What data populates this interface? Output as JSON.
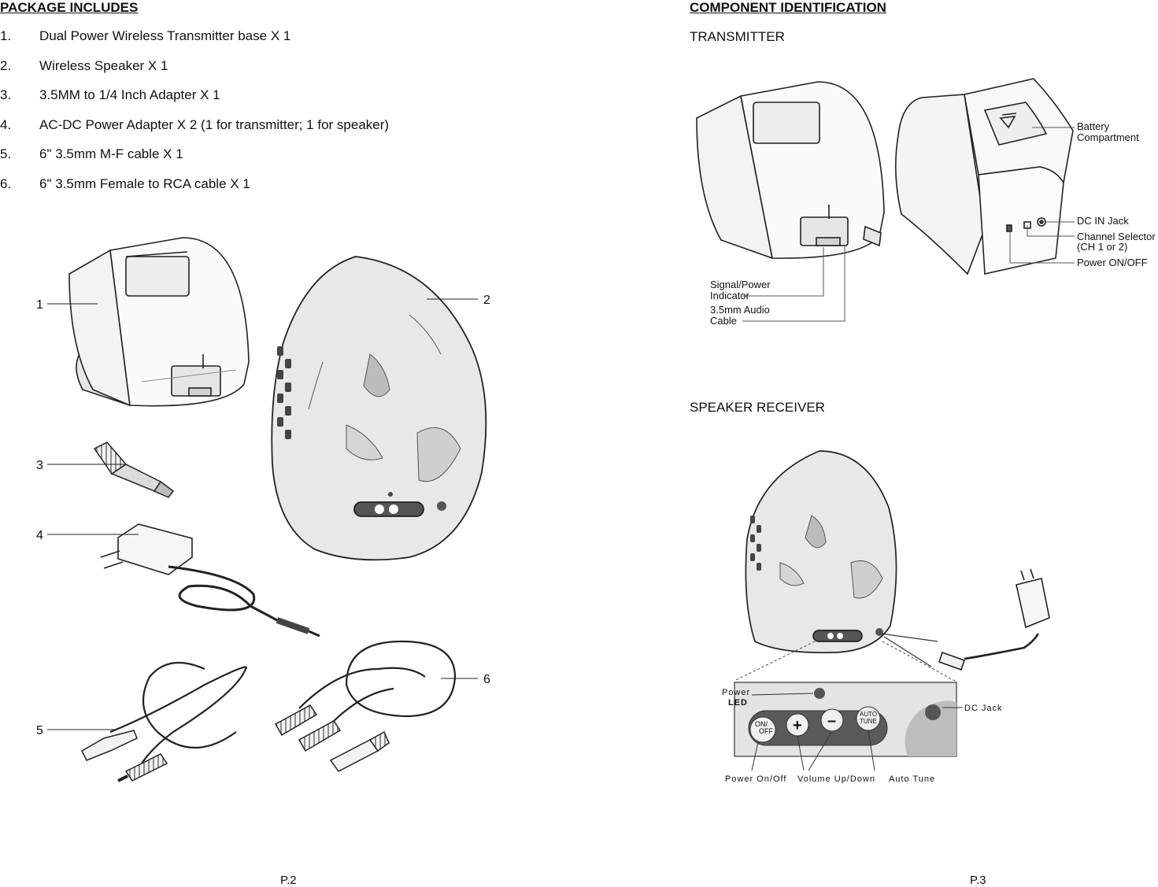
{
  "left_page": {
    "heading": "PACKAGE INCLUDES",
    "items": [
      {
        "num": "1.",
        "text": "Dual Power Wireless Transmitter base X 1"
      },
      {
        "num": "2.",
        "text": "Wireless Speaker X 1"
      },
      {
        "num": "3.",
        "text": "3.5MM to 1/4 Inch Adapter X 1"
      },
      {
        "num": "4.",
        "text": "AC-DC Power Adapter X 2 (1 for transmitter; 1 for speaker)"
      },
      {
        "num": "5.",
        "text": "6\" 3.5mm M-F cable X 1"
      },
      {
        "num": "6.",
        "text": "6\" 3.5mm Female to RCA cable X 1"
      }
    ],
    "callouts": [
      "1",
      "2",
      "3",
      "4",
      "5",
      "6"
    ],
    "page_number": "P.2"
  },
  "right_page": {
    "heading": "COMPONENT IDENTIFICATION",
    "transmitter": {
      "title": "TRANSMITTER",
      "labels": {
        "battery_1": "Battery",
        "battery_2": "Compartment",
        "dc_in": "DC IN Jack",
        "channel_1": "Channel Selector",
        "channel_2": "(CH 1 or 2)",
        "power": "Power ON/OFF",
        "signal_1": "Signal/Power",
        "signal_2": "Indicator",
        "audio_1": "3.5mm Audio",
        "audio_2": "Cable"
      }
    },
    "receiver": {
      "title": "SPEAKER RECEIVER",
      "labels": {
        "power_led_1": "Power",
        "power_led_2": "LED",
        "dc_jack": "DC Jack",
        "power_onoff": "Power On/Off",
        "volume": "Volume Up/Down",
        "auto_tune": "Auto Tune"
      },
      "buttons": {
        "on_1": "ON/",
        "on_2": "OFF",
        "plus": "+",
        "minus": "–",
        "auto_1": "AUTO",
        "auto_2": "TUNE"
      }
    },
    "page_number": "P.3"
  }
}
